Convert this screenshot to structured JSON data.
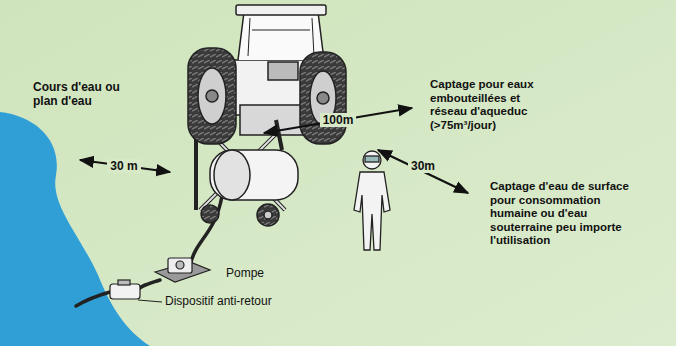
{
  "diagram": {
    "labels": [
      "Cours d'eau ou plan d'eau",
      "30 m",
      "100m",
      "Captage pour eaux embouteillées et réseau d'aqueduc (>75m³/jour)",
      "30m",
      "Captage d'eau de surface pour consommation humaine ou d'eau souterraine peu importe l'utilisation",
      "Pompe",
      "Dispositif anti-retour"
    ]
  }
}
